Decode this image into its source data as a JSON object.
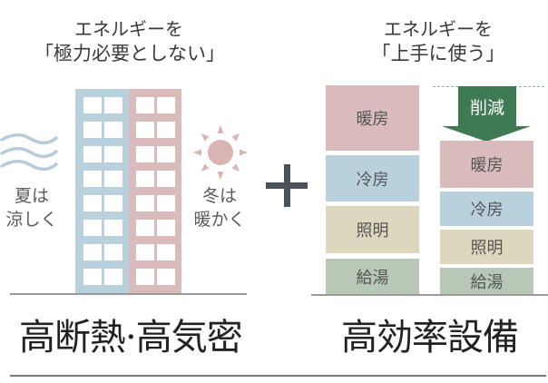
{
  "left_section": {
    "heading_line1": "エネルギーを",
    "heading_line2": "「極力必要としない」",
    "summer_label_line1": "夏は",
    "summer_label_line2": "涼しく",
    "winter_label_line1": "冬は",
    "winter_label_line2": "暖かく",
    "building": {
      "floors": 8,
      "windows_per_half_row": 2,
      "cool_side_color": "#b9d0dd",
      "warm_side_color": "#d9bbbb"
    },
    "icons": [
      "wind-waves-icon",
      "sun-icon"
    ],
    "title": "高断熱·高気密"
  },
  "operator": {
    "symbol": "+"
  },
  "right_section": {
    "heading_line1": "エネルギーを",
    "heading_line2": "「上手に使う」",
    "before_stack": [
      {
        "label": "暖房",
        "color": "#d9bbbb"
      },
      {
        "label": "冷房",
        "color": "#b9d0dd"
      },
      {
        "label": "照明",
        "color": "#ddd7bd"
      },
      {
        "label": "給湯",
        "color": "#b7c8b6"
      }
    ],
    "after_stack": [
      {
        "label": "暖房",
        "color": "#d9bbbb"
      },
      {
        "label": "冷房",
        "color": "#b9d0dd"
      },
      {
        "label": "照明",
        "color": "#ddd7bd"
      },
      {
        "label": "給湯",
        "color": "#b7c8b6"
      }
    ],
    "reduction_arrow": {
      "label": "削減",
      "color": "#3e7b54"
    },
    "title": "高効率設備"
  }
}
